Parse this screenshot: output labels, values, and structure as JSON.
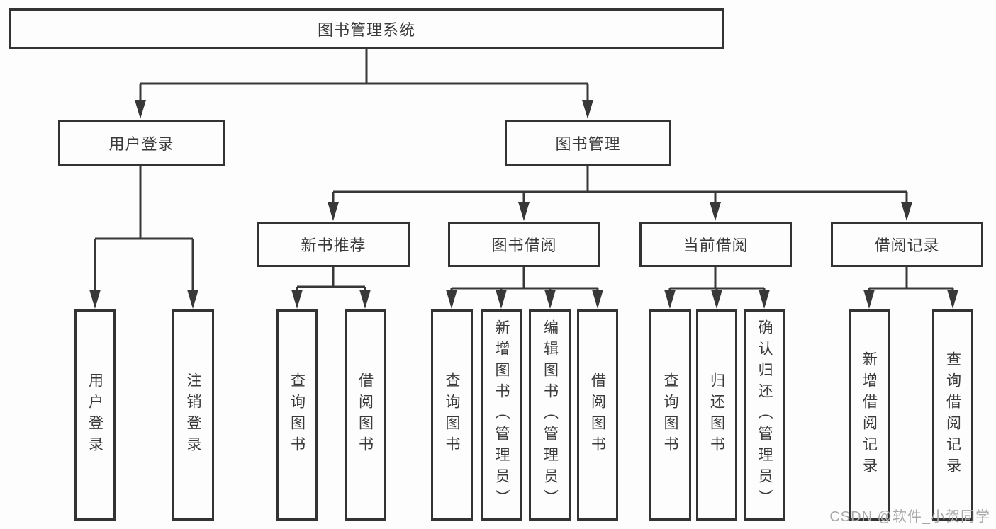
{
  "diagram": {
    "root": {
      "label": "图书管理系统"
    },
    "branches": [
      {
        "label": "用户登录",
        "leaves": [
          {
            "label": "用户登录"
          },
          {
            "label": "注销登录"
          }
        ]
      },
      {
        "label": "图书管理",
        "groups": [
          {
            "label": "新书推荐",
            "leaves": [
              {
                "label": "查询图书"
              },
              {
                "label": "借阅图书"
              }
            ]
          },
          {
            "label": "图书借阅",
            "leaves": [
              {
                "label": "查询图书"
              },
              {
                "label": "新增图书（管理员）"
              },
              {
                "label": "编辑图书（管理员）"
              },
              {
                "label": "借阅图书"
              }
            ]
          },
          {
            "label": "当前借阅",
            "leaves": [
              {
                "label": "查询图书"
              },
              {
                "label": "归还图书"
              },
              {
                "label": "确认归还（管理员）"
              }
            ]
          },
          {
            "label": "借阅记录",
            "leaves": [
              {
                "label": "新增借阅记录"
              },
              {
                "label": "查询借阅记录"
              }
            ]
          }
        ]
      }
    ]
  },
  "watermark": {
    "text": "CSDN @软件_小贺同学"
  },
  "colors": {
    "line": "#383838",
    "border": "#333333",
    "text": "#3a3a3a",
    "background": "#fdfdfd",
    "watermark": "#a9a9a9"
  }
}
